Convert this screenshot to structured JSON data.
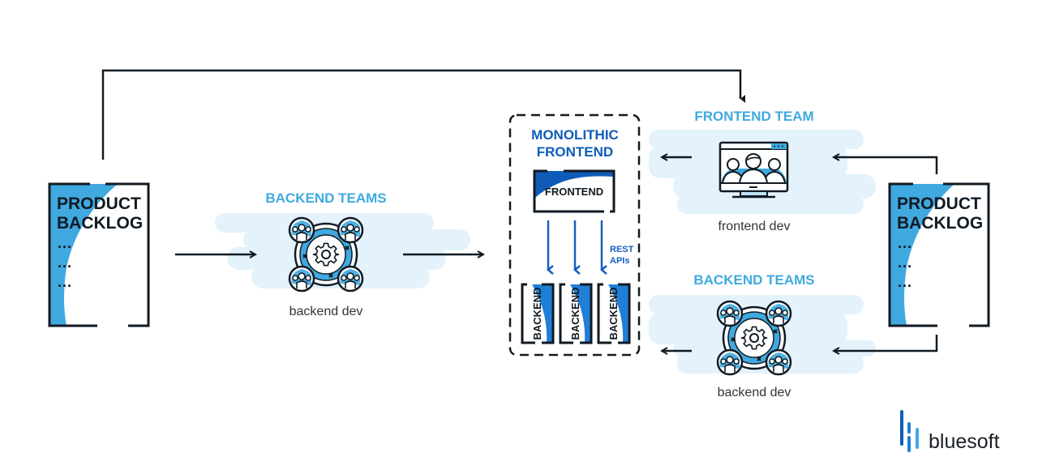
{
  "colors": {
    "ink": "#111a22",
    "accent_light": "#3fa9e0",
    "accent_dark": "#0f5cb8",
    "cloud": "#e3f2fb",
    "arrow_blue": "#1560c0"
  },
  "left_backlog": {
    "title_line1": "PRODUCT",
    "title_line2": "BACKLOG",
    "items": [
      "...",
      "...",
      "..."
    ]
  },
  "left_backend_team": {
    "heading": "BACKEND TEAMS",
    "caption": "backend dev",
    "icon": "team-gear-icon"
  },
  "monolith": {
    "heading_line1": "MONOLITHIC",
    "heading_line2": "FRONTEND",
    "frontend_label": "FRONTEND",
    "api_label_line1": "REST",
    "api_label_line2": "APIs",
    "backends": [
      "BACKEND",
      "BACKEND",
      "BACKEND"
    ]
  },
  "frontend_team": {
    "heading": "FRONTEND TEAM",
    "caption": "frontend dev",
    "icon": "monitor-team-icon"
  },
  "right_backend_team": {
    "heading": "BACKEND TEAMS",
    "caption": "backend dev",
    "icon": "team-gear-icon"
  },
  "right_backlog": {
    "title_line1": "PRODUCT",
    "title_line2": "BACKLOG",
    "items": [
      "...",
      "...",
      "..."
    ]
  },
  "logo": {
    "text": "bluesoft"
  }
}
